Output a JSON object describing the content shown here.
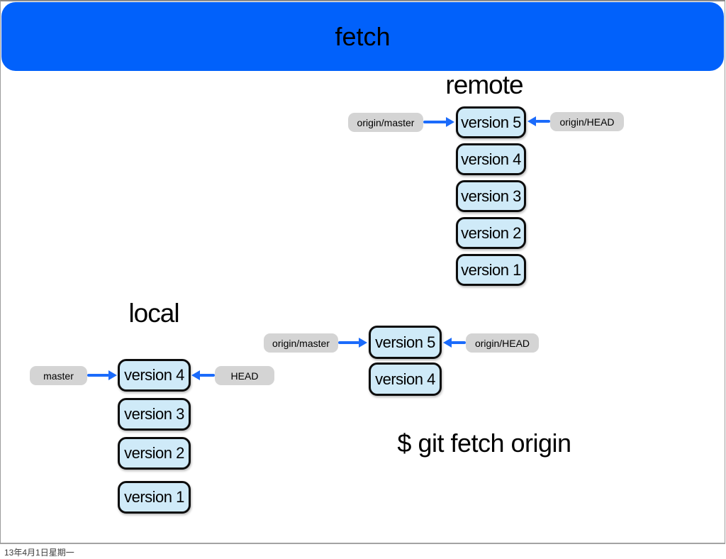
{
  "header": {
    "title": "fetch"
  },
  "remote": {
    "title": "remote",
    "nodes": [
      "version 5",
      "version 4",
      "version 3",
      "version 2",
      "version 1"
    ],
    "left_pointer": "origin/master",
    "right_pointer": "origin/HEAD"
  },
  "local": {
    "title": "local",
    "nodes": [
      "version 4",
      "version 3",
      "version 2",
      "version 1"
    ],
    "left_pointer": "master",
    "right_pointer": "HEAD"
  },
  "fetched": {
    "nodes": [
      "version 5",
      "version 4"
    ],
    "left_pointer": "origin/master",
    "right_pointer": "origin/HEAD"
  },
  "command": "$ git fetch origin",
  "footer": {
    "date": "13年4月1日星期一"
  },
  "colors": {
    "header_blue": "#0161fb",
    "node_fill": "#cfeaf8",
    "pill_gray": "#d4d4d4",
    "arrow_blue": "#1b6bfb"
  }
}
